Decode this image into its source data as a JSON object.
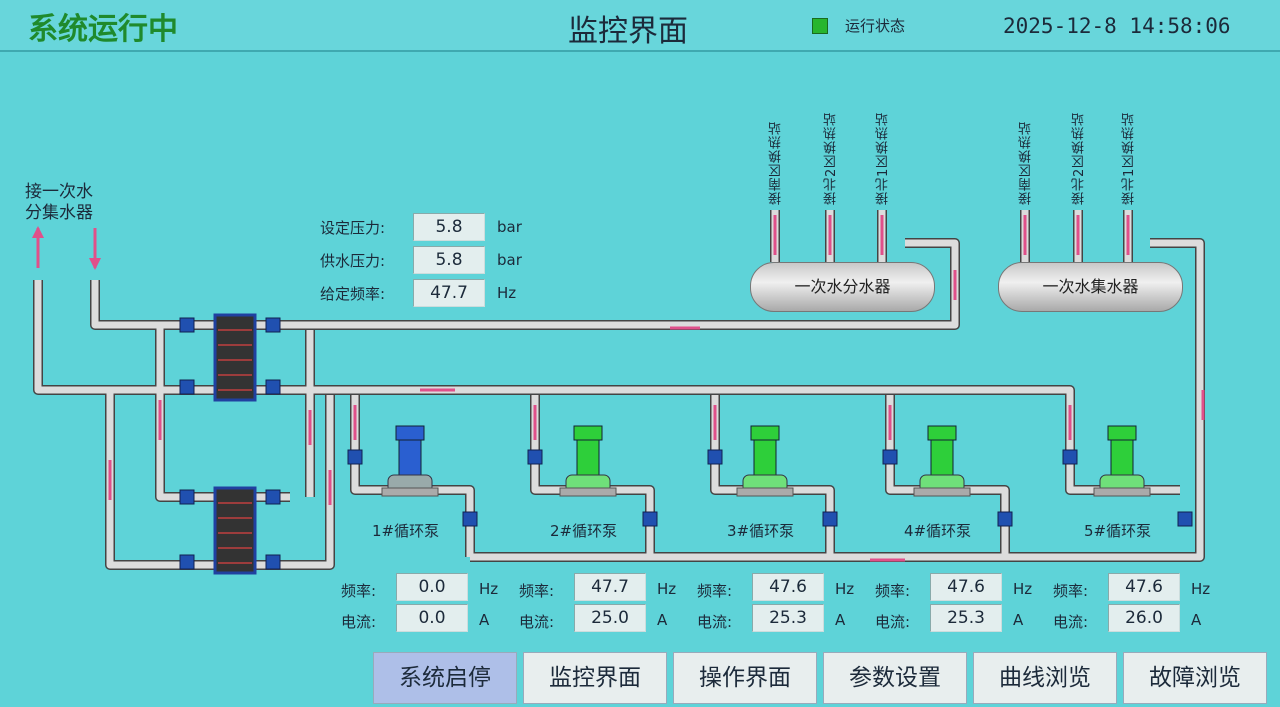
{
  "header": {
    "system_status": "系统运行中",
    "title": "监控界面",
    "run_state_label": "运行状态",
    "datetime": "2025-12-8 14:58:06",
    "colors": {
      "status": "#1f8a2c",
      "indicator": "#27b52f"
    }
  },
  "source": {
    "label_line1": "接一次水",
    "label_line2": "分集水器"
  },
  "params": [
    {
      "label": "设定压力:",
      "value": "5.8",
      "unit": "bar"
    },
    {
      "label": "供水压力:",
      "value": "5.8",
      "unit": "bar"
    },
    {
      "label": "给定频率:",
      "value": "47.7",
      "unit": "Hz"
    }
  ],
  "distributor": {
    "label": "一次水分水器",
    "branches": [
      "接南区换热站",
      "接北2区换热站",
      "接北1区换热站"
    ]
  },
  "collector": {
    "label": "一次水集水器",
    "branches": [
      "接南区换热站",
      "接北2区换热站",
      "接北1区换热站"
    ]
  },
  "pumps": [
    {
      "name": "1#循环泵",
      "freq_label": "频率:",
      "freq": "0.0",
      "freq_unit": "Hz",
      "current_label": "电流:",
      "current": "0.0",
      "current_unit": "A",
      "color": "#2a5fd0"
    },
    {
      "name": "2#循环泵",
      "freq_label": "频率:",
      "freq": "47.7",
      "freq_unit": "Hz",
      "current_label": "电流:",
      "current": "25.0",
      "current_unit": "A",
      "color": "#2ecf3a"
    },
    {
      "name": "3#循环泵",
      "freq_label": "频率:",
      "freq": "47.6",
      "freq_unit": "Hz",
      "current_label": "电流:",
      "current": "25.3",
      "current_unit": "A",
      "color": "#2ecf3a"
    },
    {
      "name": "4#循环泵",
      "freq_label": "频率:",
      "freq": "47.6",
      "freq_unit": "Hz",
      "current_label": "电流:",
      "current": "25.3",
      "current_unit": "A",
      "color": "#2ecf3a"
    },
    {
      "name": "5#循环泵",
      "freq_label": "频率:",
      "freq": "47.6",
      "freq_unit": "Hz",
      "current_label": "电流:",
      "current": "26.0",
      "current_unit": "A",
      "color": "#2ecf3a"
    }
  ],
  "nav": [
    "系统启停",
    "监控界面",
    "操作界面",
    "参数设置",
    "曲线浏览",
    "故障浏览"
  ]
}
